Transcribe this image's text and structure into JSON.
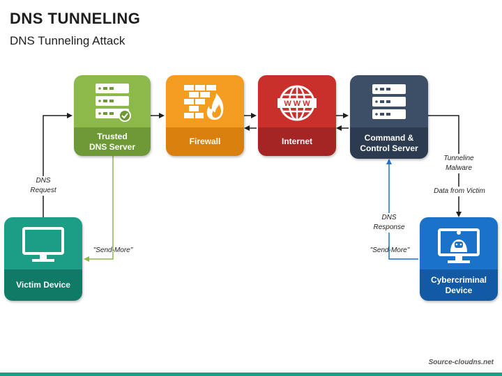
{
  "title": "DNS TUNNELING",
  "subtitle": "DNS Tunneling Attack",
  "nodes": {
    "dns": {
      "label": "Trusted\nDNS Server",
      "icon": "server-check-icon",
      "top_color": "#8cba4a",
      "bottom_color": "#6d9a36"
    },
    "firewall": {
      "label": "Firewall",
      "icon": "firewall-icon",
      "top_color": "#f39c1f",
      "bottom_color": "#d97f0e"
    },
    "internet": {
      "label": "Internet",
      "icon": "globe-www-icon",
      "top_color": "#c9302c",
      "bottom_color": "#a52525"
    },
    "cc": {
      "label": "Command &\nControl Server",
      "icon": "server-icon",
      "top_color": "#3d4f66",
      "bottom_color": "#2c3b4f"
    },
    "victim": {
      "label": "Victim Device",
      "icon": "monitor-icon",
      "top_color": "#1b9e85",
      "bottom_color": "#117a66"
    },
    "cyber": {
      "label": "Cybercriminal\nDevice",
      "icon": "hacker-monitor-icon",
      "top_color": "#1a73c9",
      "bottom_color": "#125aa3"
    }
  },
  "annotations": {
    "dns_request": "DNS\nRequest",
    "send_more_left": "\"Send-More\"",
    "tunneline_malware": "Tunneline\nMalware",
    "data_from_victim": "Data from Victim",
    "dns_response": "DNS\nResponse",
    "send_more_right": "\"Send-More\""
  },
  "colors": {
    "arrow_black": "#1e1e1e",
    "arrow_green": "#8cba4a",
    "arrow_blue": "#1a73c9",
    "footer_bar": "#1b9e85"
  },
  "footer": "Source-cloudns.net"
}
